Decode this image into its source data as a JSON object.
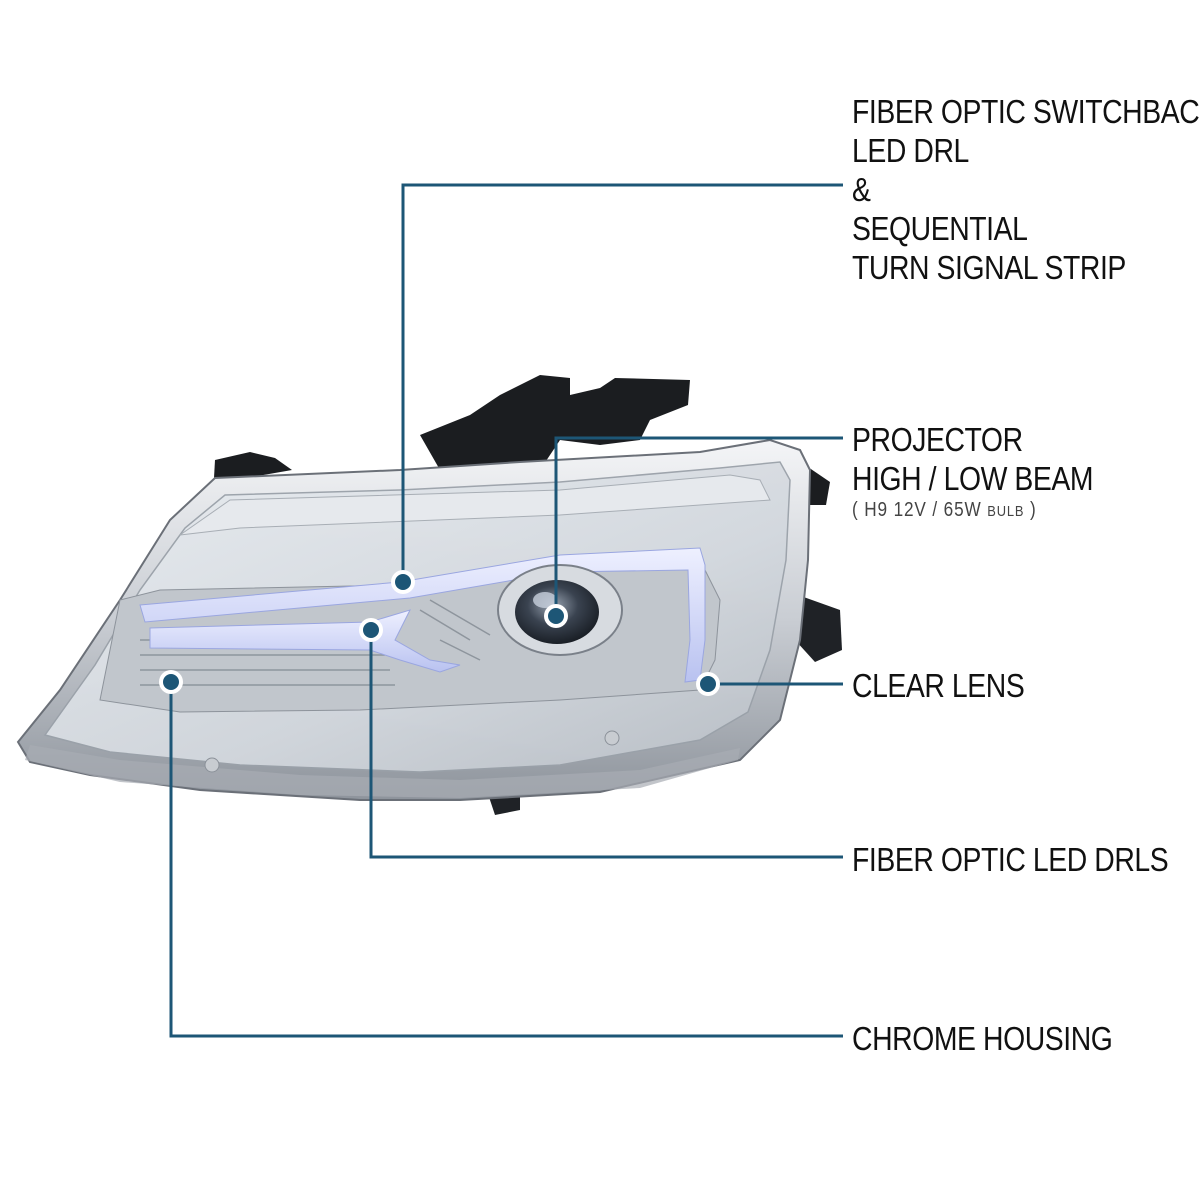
{
  "callouts": {
    "drl_switchback": {
      "lines": [
        "FIBER OPTIC SWITCHBACK",
        "LED DRL",
        "&",
        "SEQUENTIAL",
        "TURN SIGNAL STRIP"
      ]
    },
    "projector": {
      "lines": [
        "PROJECTOR",
        "HIGH / LOW BEAM"
      ],
      "note_open": "( H9 12V / 65W",
      "note_bulb": "BULB",
      "note_close": ")"
    },
    "clear_lens": {
      "label": "CLEAR LENS"
    },
    "fiber_drls": {
      "label": "FIBER OPTIC LED DRLS"
    },
    "chrome_housing": {
      "label": "CHROME HOUSING"
    }
  },
  "colors": {
    "leader": "#1d5676",
    "text": "#111111",
    "background": "#ffffff"
  }
}
